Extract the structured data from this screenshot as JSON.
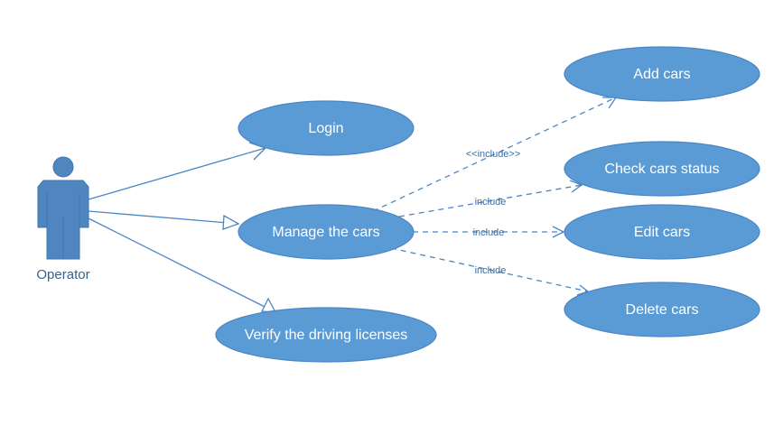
{
  "actor": {
    "label": "Operator"
  },
  "use_cases": {
    "login": "Login",
    "manage": "Manage the cars",
    "verify": "Verify the driving licenses",
    "add": "Add cars",
    "check": "Check cars status",
    "edit": "Edit cars",
    "delete": "Delete cars"
  },
  "relations": {
    "add_label": "<<include>>",
    "check_label": "include",
    "edit_label": "include",
    "delete_label": "include"
  },
  "colors": {
    "use_case_fill": "#5b9bd5",
    "use_case_stroke": "#4a86c5",
    "actor_fill": "#4f86c0",
    "line": "#4a86c5"
  }
}
